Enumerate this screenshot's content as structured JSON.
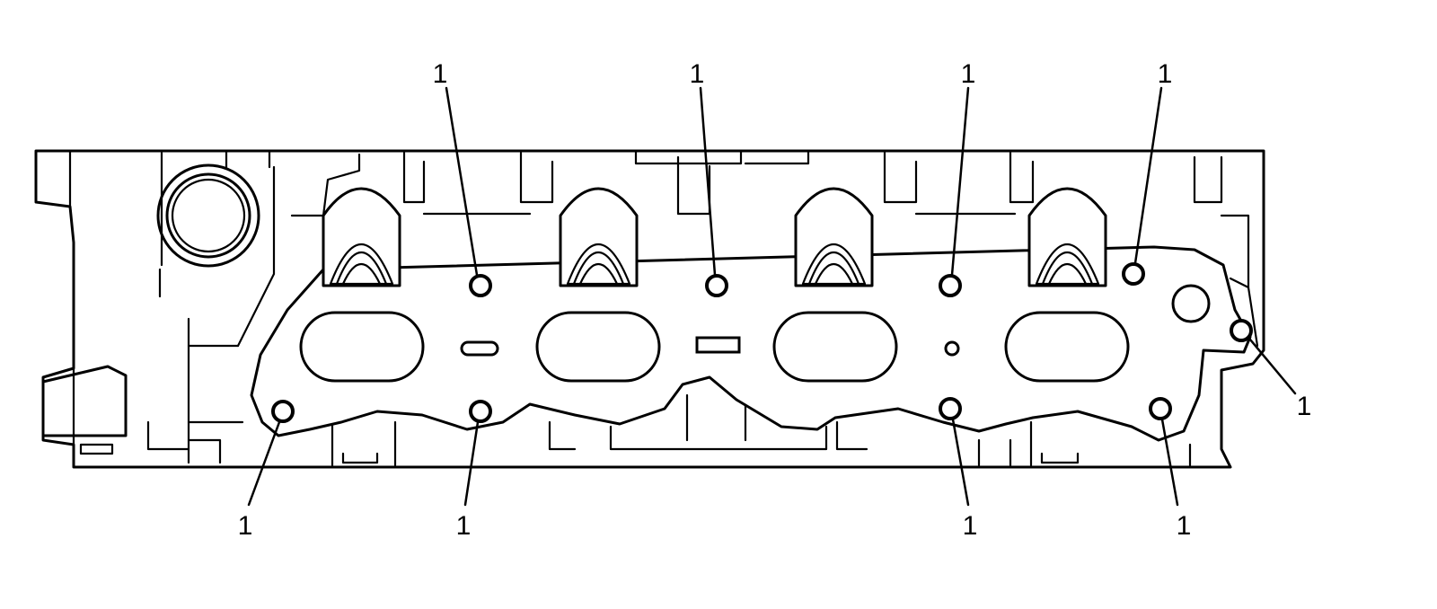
{
  "callouts": [
    {
      "id": "c1",
      "label": "1"
    },
    {
      "id": "c2",
      "label": "1"
    },
    {
      "id": "c3",
      "label": "1"
    },
    {
      "id": "c4",
      "label": "1"
    },
    {
      "id": "c5",
      "label": "1"
    },
    {
      "id": "c6",
      "label": "1"
    },
    {
      "id": "c7",
      "label": "1"
    },
    {
      "id": "c8",
      "label": "1"
    },
    {
      "id": "c9",
      "label": "1"
    }
  ]
}
